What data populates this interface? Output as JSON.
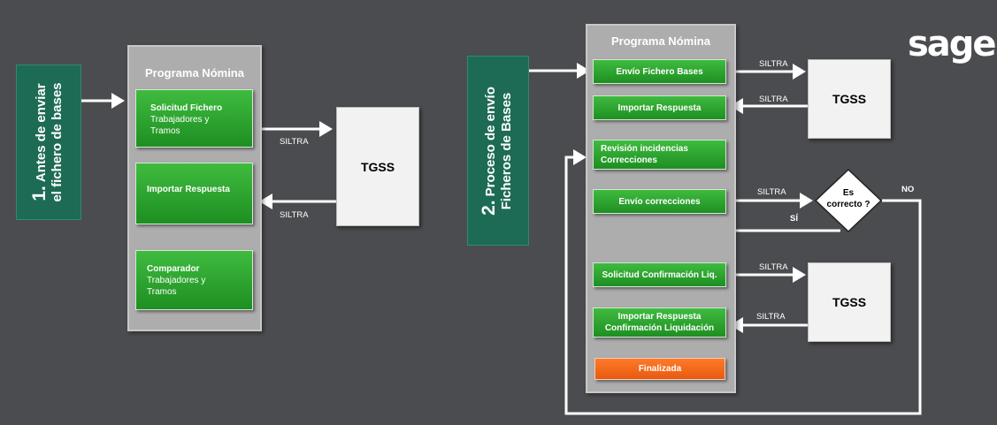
{
  "logo": "sage",
  "section1": {
    "num": "1.",
    "line1": "Antes de enviar",
    "line2": "el fichero de bases",
    "panel_title": "Programa Nómina",
    "box1_title": "Solicitud Fichero",
    "box1_sub1": "Trabajadores  y",
    "box1_sub2": "Tramos",
    "box2_title": "Importar Respuesta",
    "box3_title": "Comparador",
    "box3_sub1": "Trabajadores  y",
    "box3_sub2": "Tramos",
    "tgss": "TGSS",
    "siltra_out": "SILTRA",
    "siltra_in": "SILTRA"
  },
  "section2": {
    "num": "2.",
    "line1": "Proceso de envío",
    "line2": "Ficheros de Bases",
    "panel_title": "Programa Nómina",
    "steps": {
      "envio_fichero": "Envío Fichero Bases",
      "importar_respuesta": "Importar Respuesta",
      "revision_1": "Revisión incidencias",
      "revision_2": "Correcciones",
      "envio_correcciones": "Envío correcciones",
      "solicitud_confirmacion": "Solicitud  Confirmación  Liq.",
      "importar_conf_1": "Importar Respuesta",
      "importar_conf_2": "Confirmación Liquidación",
      "finalizada": "Finalizada"
    },
    "decision_1": "Es",
    "decision_2": "correcto ?",
    "yes": "SÍ",
    "no": "NO",
    "tgss_top": "TGSS",
    "tgss_bottom": "TGSS",
    "siltra": [
      "SILTRA",
      "SILTRA",
      "SILTRA",
      "SILTRA",
      "SILTRA"
    ]
  }
}
